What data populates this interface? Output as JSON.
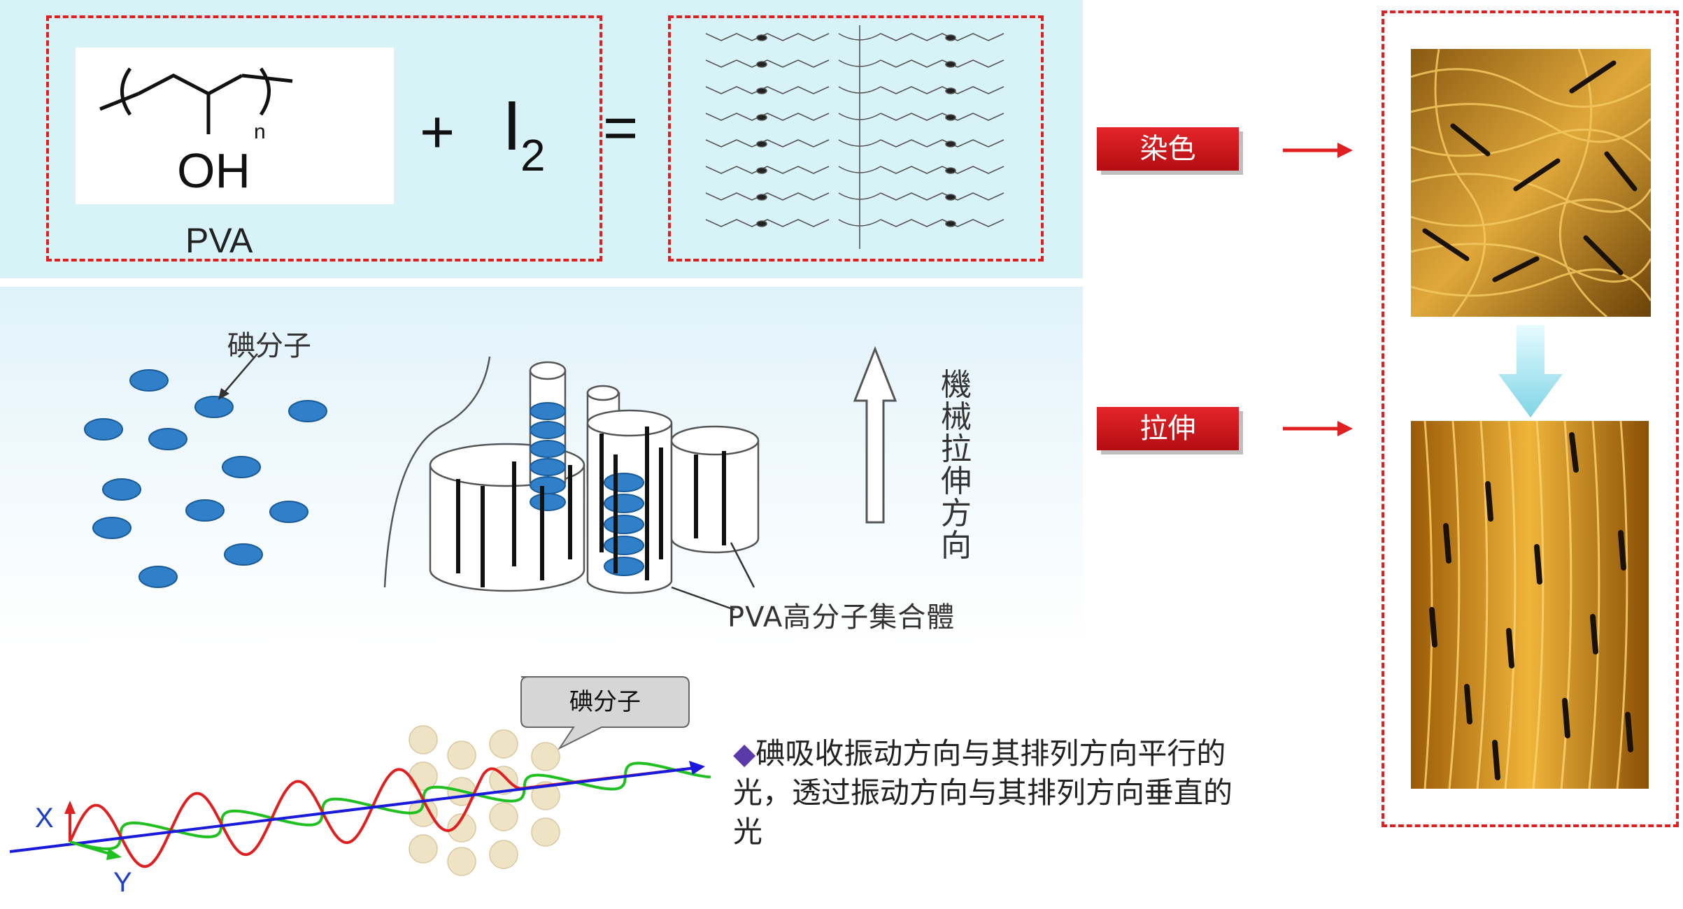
{
  "formula": {
    "pva_label": "PVA",
    "repeat_subscript": "n",
    "hydroxyl": "OH",
    "plus": "+",
    "iodine_symbol": "I",
    "iodine_subscript": "2",
    "equals": "="
  },
  "process": {
    "dye_label": "染色",
    "stretch_label": "拉伸"
  },
  "orientation_diagram": {
    "iodine_molecule_label": "碘分子",
    "pva_aggregate_label": "PVA高分子集合體",
    "stretch_direction_label": "機械拉伸方向"
  },
  "polarization": {
    "callout_label": "碘分子",
    "x_axis": "X",
    "y_axis": "Y",
    "bullet": "◆",
    "description": "碘吸收振动方向与其排列方向平行的光，透过振动方向与其排列方向垂直的光"
  },
  "colors": {
    "dashed_border": "#e02020",
    "label_red": "#d01a20",
    "iodine_blue": "#2f80c8",
    "wave_red": "#e02020",
    "wave_green": "#20c020",
    "axis_blue": "#1a1adc"
  }
}
